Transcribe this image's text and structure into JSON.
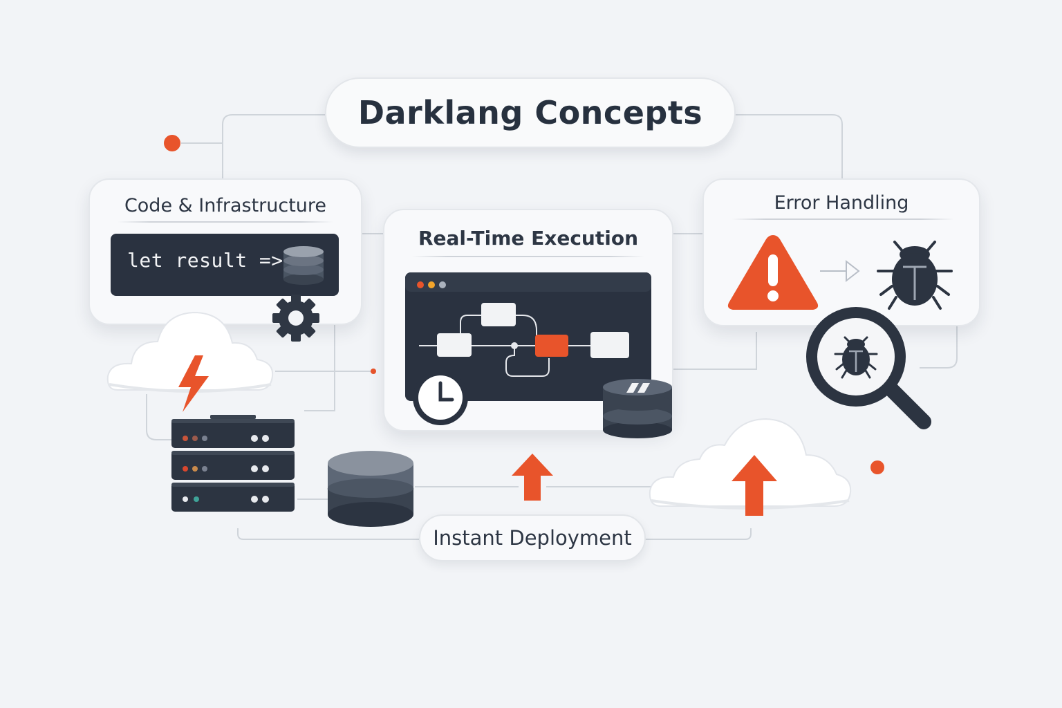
{
  "title": "Darklang Concepts",
  "cards": {
    "code_infra": {
      "title": "Code & Infrastructure",
      "code": "let result =>"
    },
    "realtime": {
      "title": "Real-Time Execution"
    },
    "error": {
      "title": "Error Handling"
    }
  },
  "deployment": {
    "label": "Instant Deployment"
  },
  "colors": {
    "accent": "#e8542b",
    "dark": "#2a3240",
    "background": "#f2f4f7",
    "card": "#f8f9fb",
    "text": "#27313f"
  },
  "icons": [
    "gear-icon",
    "cloud-icon",
    "lightning-icon",
    "server-rack-icon",
    "database-icon",
    "clock-icon",
    "warning-icon",
    "bug-icon",
    "magnifier-icon",
    "upload-arrow-icon",
    "flow-diagram-icon"
  ]
}
